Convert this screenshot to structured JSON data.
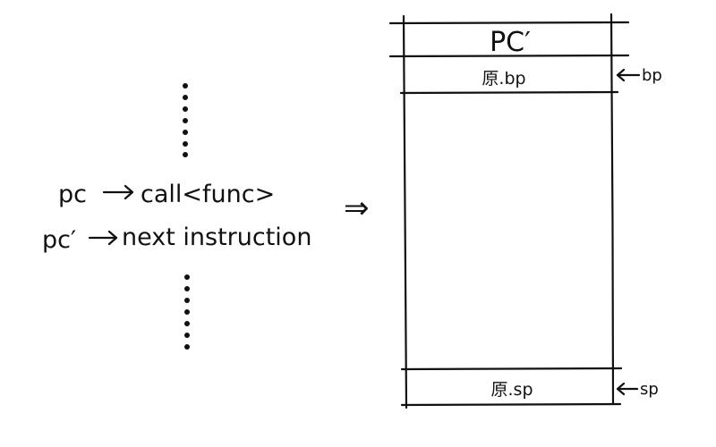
{
  "code": {
    "line1_label": "pc",
    "line1_text": "call<func>",
    "line2_label": "pc′",
    "line2_text": "next instruction",
    "implies_symbol": "⇒"
  },
  "stack": {
    "top_cell": "PC′",
    "bp_cell": "原.bp",
    "sp_cell": "原.sp"
  },
  "registers": {
    "bp": "bp",
    "sp": "sp"
  }
}
